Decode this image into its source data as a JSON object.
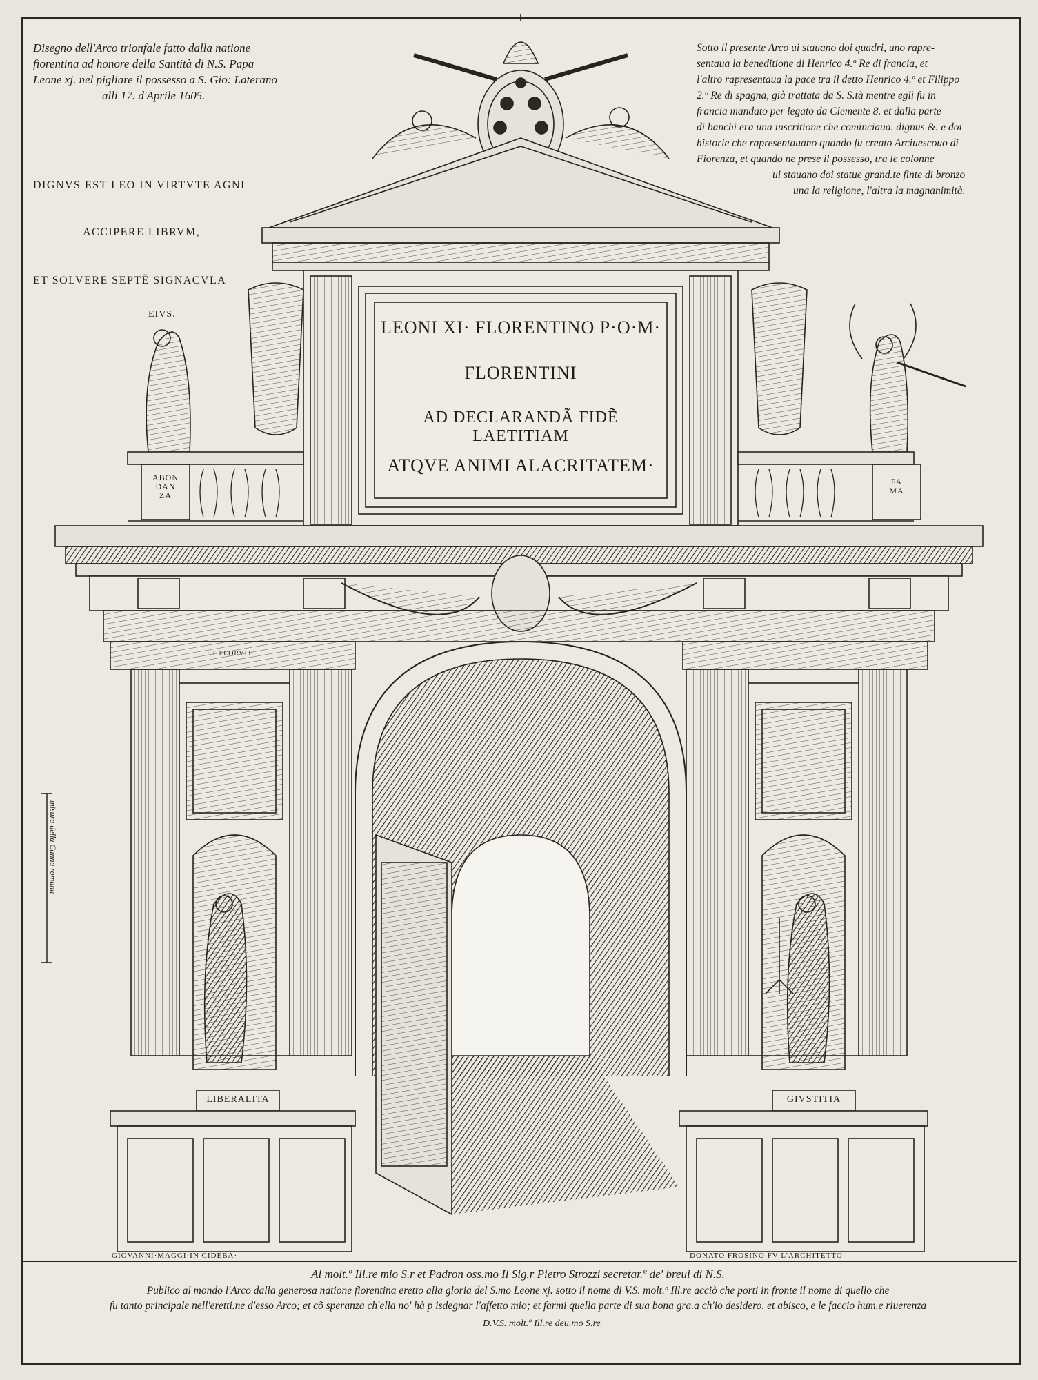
{
  "top_left_caption": [
    "Disegno dell'Arco trionfale fatto dalla natione",
    "fiorentina ad honore della Santità di N.S. Papa",
    "Leone xj. nel pigliare il possesso a S. Gio: Laterano",
    "alli 17. d'Aprile 1605."
  ],
  "left_motto": [
    "DIGNVS EST LEO IN VIRTVTE AGNI",
    "ACCIPERE LIBRVM,",
    "ET SOLVERE SEPTẼ SIGNACVLA",
    "EIVS."
  ],
  "top_right_caption": [
    "Sotto il presente Arco ui stauano doi quadri, uno rapre-",
    "sentaua la beneditione di Henrico 4.º Re di francia, et",
    "l'altro rapresentaua la pace tra il detto Henrico 4.º et Filippo",
    "2.º Re di spagna, già trattata da S. S.tà mentre egli fu in",
    "francia mandato per legato da Clemente 8. et dalla parte",
    "di banchi era una inscritione che cominciaua. dignus &. e doi",
    "historie che rapresentauano quando fu creato Arciuescouo di",
    "Fiorenza, et quando ne prese il possesso, tra le colonne",
    "ui stauano doi statue grand.te finte di bronzo",
    "una la religione, l'altra la magnanimità."
  ],
  "inscription": [
    "LEONI XI· FLORENTINO P·O·M·",
    "FLORENTINI",
    "AD DECLARANDÃ FIDẼ LAETITIAM",
    "ATQVE ANIMI ALACRITATEM·"
  ],
  "statue_labels": {
    "left_plaque": [
      "ABON",
      "DAN",
      "ZA"
    ],
    "right_plaque": [
      "FA",
      "MA"
    ],
    "left_niche": "LIBERALITA",
    "right_niche": "GIVSTITIA",
    "left_frieze": "ET FLORVIT"
  },
  "scale_label": "misura della Canna romana",
  "signatures": {
    "engraver": "GIOVANNI·MAGGI·IN CIDEBA·",
    "architect": "DONATO    FROSINO    FV L'ARCHITETTO"
  },
  "dedication": [
    "Al molt.º Ill.re mio S.r et Padron oss.mo Il Sig.r Pietro Strozzi secretar.º de' breui di N.S.",
    "Publico al mondo l'Arco dalla generosa natione fiorentina eretto alla gloria del S.mo Leone xj. sotto il nome di V.S. molt.º Ill.re acciò che porti in fronte il nome di quello che",
    "fu tanto principale nell'eretti.ne d'esso Arco; et cõ speranza ch'ella no' hà p isdegnar l'affetto mio; et farmi quella parte di sua bona gra.a ch'io desidero. et abisco, e le faccio hum.e riuerenza",
    "D.V.S. molt.º Ill.re    deu.mo S.re"
  ]
}
